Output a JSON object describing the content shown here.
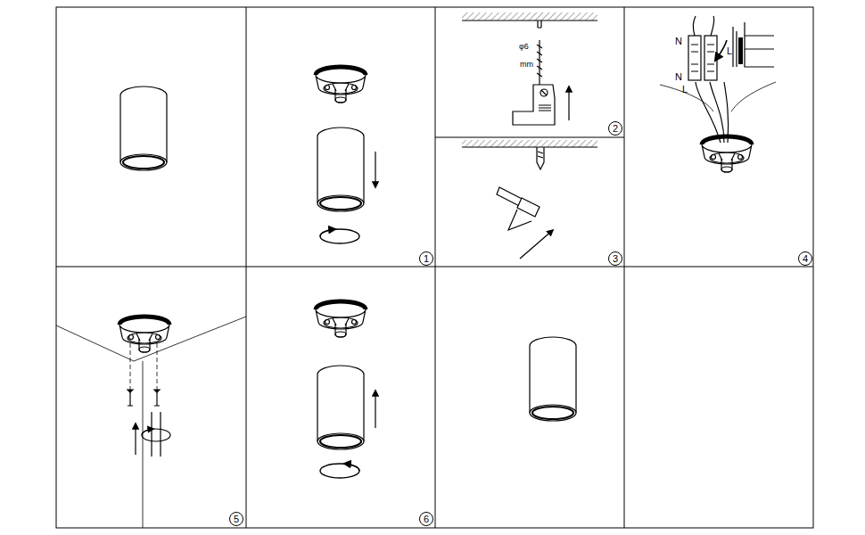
{
  "diagram": {
    "labels": [
      "1",
      "2",
      "3",
      "4",
      "5",
      "6",
      "N",
      "L",
      "N",
      "L",
      "φ6",
      "mm"
    ]
  }
}
